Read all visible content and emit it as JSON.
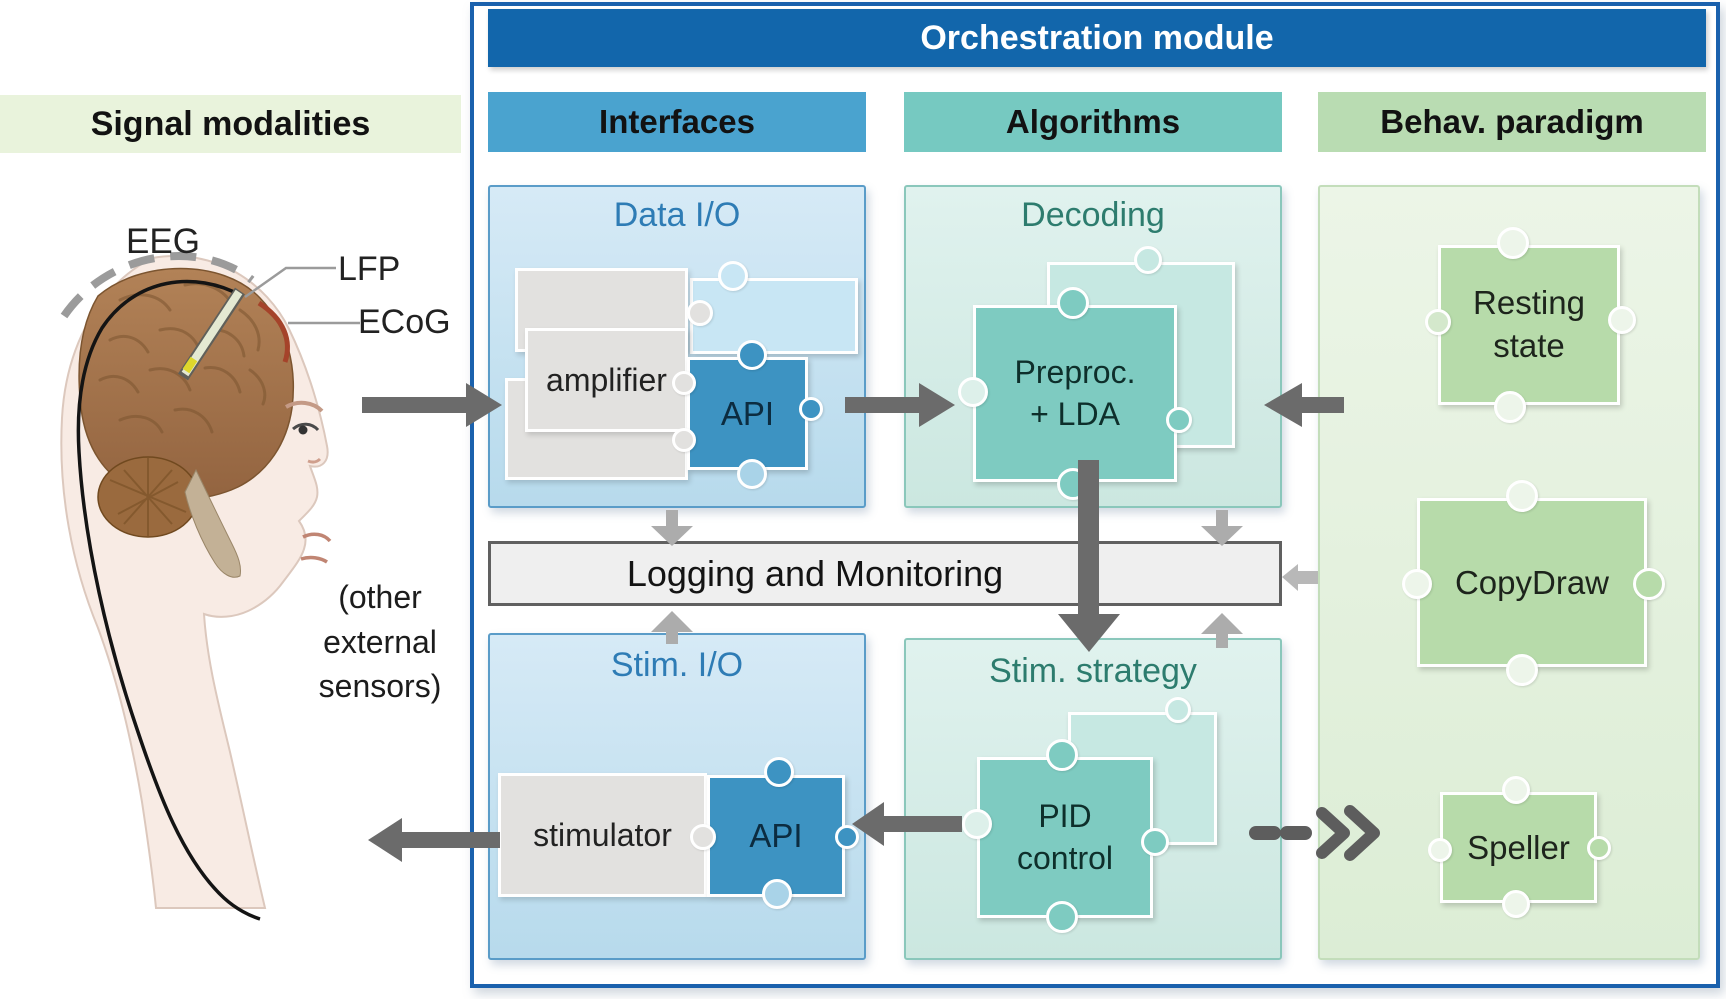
{
  "signal": {
    "title": "Signal modalities",
    "labels": {
      "eeg": "EEG",
      "lfp": "LFP",
      "ecog": "ECoG",
      "other": "(other\nexternal\nsensors)"
    }
  },
  "orch": {
    "title": "Orchestration module",
    "columns": {
      "interfaces": "Interfaces",
      "algorithms": "Algorithms",
      "behav": "Behav. paradigm"
    },
    "panels": {
      "data_io": {
        "title": "Data I/O",
        "amplifier": "amplifier",
        "api": "API"
      },
      "decoding": {
        "title": "Decoding",
        "preproc": "Preproc.\n+ LDA"
      },
      "stim_io": {
        "title": "Stim. I/O",
        "stimulator": "stimulator",
        "api": "API"
      },
      "stim_strategy": {
        "title": "Stim. strategy",
        "pid": "PID\ncontrol"
      },
      "behav": {
        "resting": "Resting\nstate",
        "copydraw": "CopyDraw",
        "speller": "Speller"
      }
    },
    "logging": {
      "label": "Logging and Monitoring"
    }
  },
  "colors": {
    "outer_border": "#1a61ad",
    "orchestration_bar": "#1266ab",
    "interfaces_header": "#4aa3cf",
    "algorithms_header": "#76c9c1",
    "behav_header": "#b9dcb2",
    "signal_header_bg": "#e9f3dc",
    "blue_panel_bg": "#c9e3f2",
    "teal_panel_bg": "#d9efe9",
    "green_panel_bg": "#e4f1de",
    "api_piece": "#3d93c2",
    "teal_piece": "#7ecbc1",
    "green_piece": "#b7dbaa",
    "gray_module": "#e2e1df",
    "logging_bg": "#efefef",
    "arrow_dark": "#6b6b6b",
    "arrow_light": "#acacac",
    "title_blue": "#2e7cb5",
    "title_teal": "#2d7c6e"
  }
}
